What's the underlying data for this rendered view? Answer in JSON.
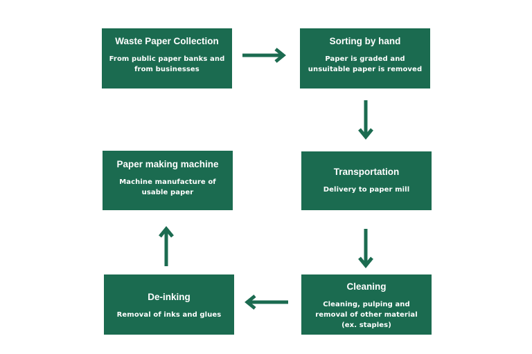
{
  "steps": [
    {
      "id": "collection",
      "title": "Waste Paper Collection",
      "subtitle_lines": [
        "From public paper banks and",
        "from businesses"
      ]
    },
    {
      "id": "sorting",
      "title": "Sorting by hand",
      "subtitle_lines": [
        "Paper is graded and",
        "unsuitable paper is removed"
      ]
    },
    {
      "id": "transportation",
      "title": "Transportation",
      "subtitle_lines": [
        "Delivery to paper mill"
      ]
    },
    {
      "id": "cleaning",
      "title": "Cleaning",
      "subtitle_lines": [
        "Cleaning, pulping and",
        "removal of other material",
        "(ex. staples)"
      ]
    },
    {
      "id": "deinking",
      "title": "De-inking",
      "subtitle_lines": [
        "Removal of inks and glues"
      ]
    },
    {
      "id": "machine",
      "title": "Paper making machine",
      "subtitle_lines": [
        "Machine manufacture of",
        "usable paper"
      ]
    }
  ],
  "connections": [
    {
      "from": "collection",
      "to": "sorting"
    },
    {
      "from": "sorting",
      "to": "transportation"
    },
    {
      "from": "transportation",
      "to": "cleaning"
    },
    {
      "from": "cleaning",
      "to": "deinking"
    },
    {
      "from": "deinking",
      "to": "machine"
    }
  ],
  "colors": {
    "box_fill": "#1b6b50",
    "box_text": "#ffffff",
    "arrow": "#1b6b50",
    "background": "#ffffff"
  }
}
